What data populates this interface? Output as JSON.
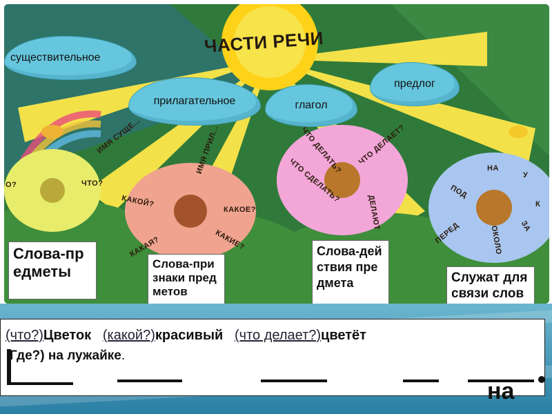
{
  "poster": {
    "title_art": "ЧАСТИ РЕЧИ",
    "ray_labels": [
      "ИМЯ СУЩЕ...",
      "ИМЯ ПРИЛ..."
    ]
  },
  "clouds": {
    "noun": "существительное",
    "adjective": "прилагательное",
    "verb": "глагол",
    "preposition": "предлог"
  },
  "flowers": {
    "noun_petals": [
      "О?",
      "ЧТО?"
    ],
    "adjective_petals": [
      "КАКОЙ?",
      "КАКОЕ?",
      "КАКАЯ?",
      "КАКИЕ?"
    ],
    "verb_petals": [
      "ЧТО ДЕЛАТЬ?",
      "ЧТО ДЕЛАЕТ?",
      "ЧТО СДЕЛАТЬ?",
      "ДЕЛАЮТ"
    ],
    "preposition_petals": [
      "НА",
      "У",
      "ПОД",
      "К",
      "ЗА",
      "ПЕРЕД",
      "ОКОЛО"
    ]
  },
  "cards": {
    "noun": "Слова-предметы",
    "adjective": "Слова-признаки предметов",
    "verb": "Слова-действия предмета",
    "preposition": "Служат для связи слов"
  },
  "sentence": {
    "q1": "(что?)",
    "w1": "Цветок",
    "q2": "(какой?)",
    "w2": "красивый",
    "q3": "(что делает?)",
    "w3": "цветёт",
    "q4": "Где?)",
    "w4": "на лужайке",
    "end": "."
  },
  "answer": {
    "preposition": "на"
  },
  "colors": {
    "cloud": "#66c6dd",
    "sun": "#ffe53a",
    "band": "#2a7fa4"
  }
}
